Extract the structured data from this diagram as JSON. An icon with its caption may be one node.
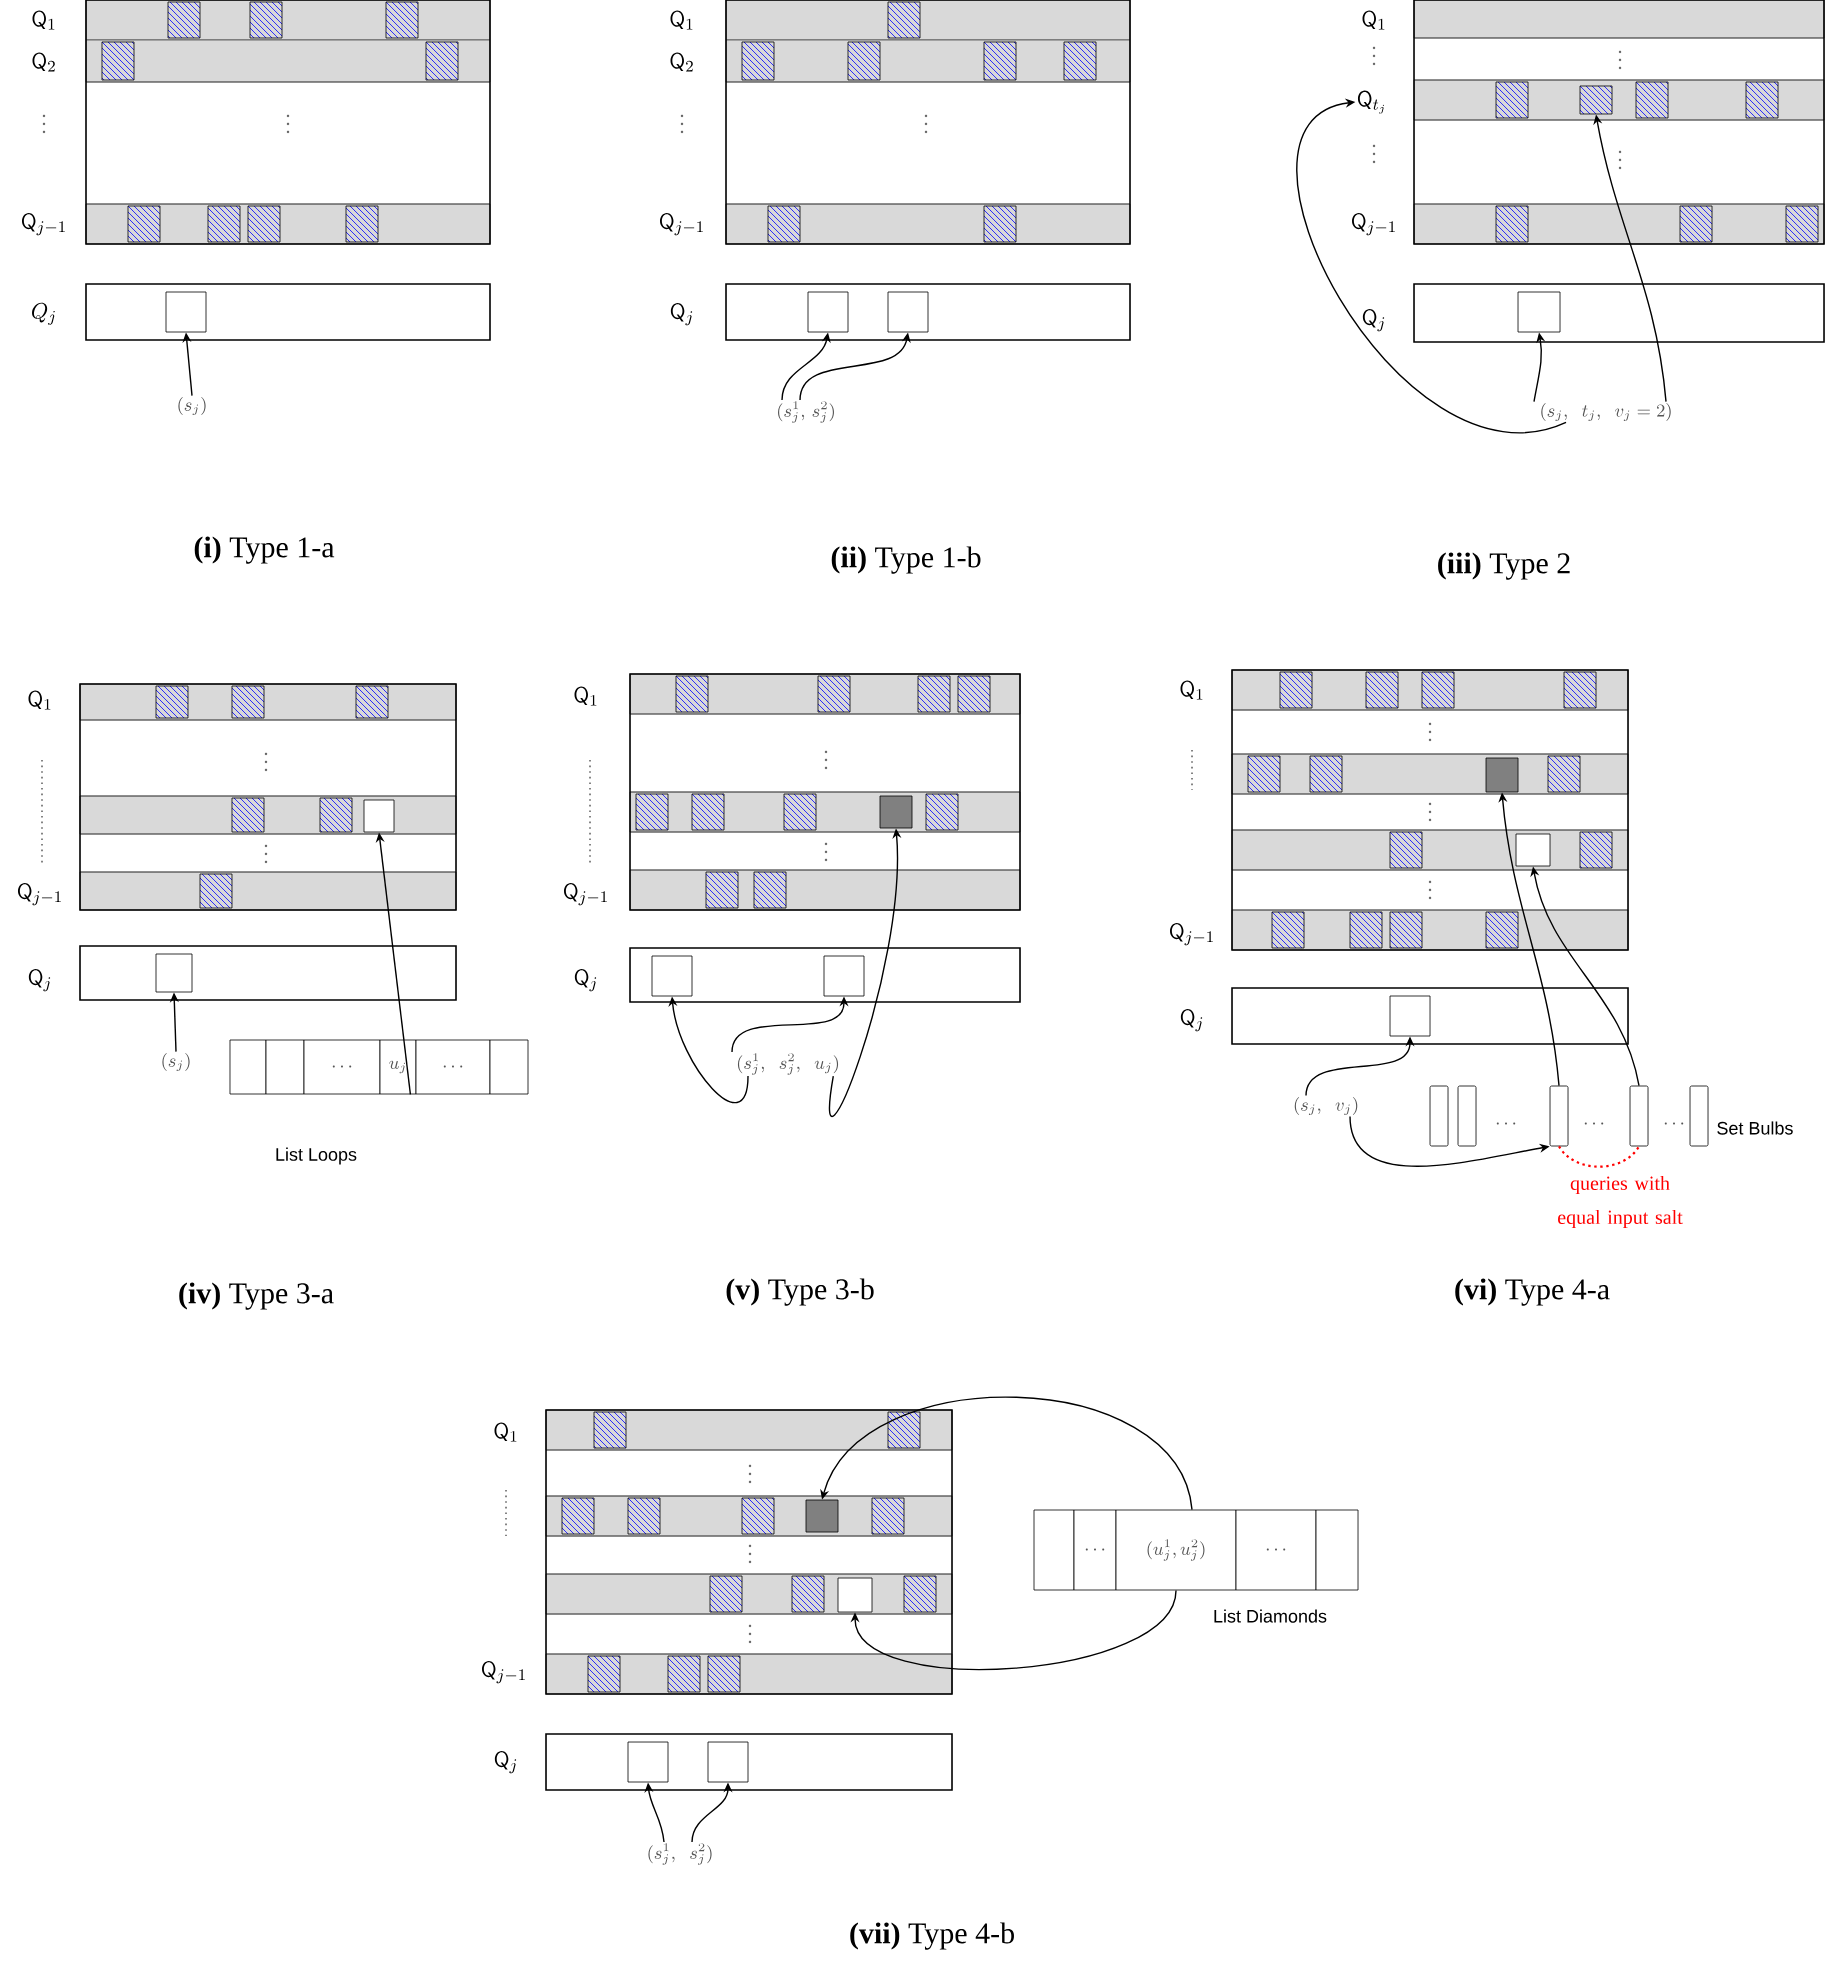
{
  "diagram": {
    "nodes": [
      {
        "text": [],
        "shape": "box"
      },
      {
        "text": [
          "(s_j)"
        ]
      },
      {
        "text": [],
        "shape": "box"
      },
      {
        "text": [],
        "shape": "box"
      },
      {
        "text": [
          "(s_j^1,\\, s_j^2)"
        ]
      },
      {
        "text": [
          "\\mathsf{Q}_{t_j}"
        ]
      },
      {
        "text": [],
        "shape": "box"
      },
      {
        "text": [],
        "shape": "box"
      },
      {
        "text": [
          "(s_j,\\;\\; t_j,\\;\\; v_j = 2)"
        ]
      },
      {
        "text": [],
        "shape": "box"
      },
      {
        "text": [],
        "shape": "box"
      },
      {
        "text": [
          "(s_j)"
        ]
      },
      {
        "text": [],
        "shape": "box"
      },
      {
        "text": [],
        "shape": "box"
      },
      {
        "text": [
          "\\cdots"
        ]
      },
      {
        "text": [
          "u_j"
        ]
      },
      {
        "text": [
          "\\cdots"
        ]
      },
      {
        "text": [],
        "shape": "box"
      },
      {
        "text": [],
        "shape": "box"
      },
      {
        "text": [],
        "shape": "box"
      },
      {
        "text": [],
        "shape": "box"
      },
      {
        "text": [
          "(s_j^1,\\;\\; s_j^2,\\;\\; u_j)"
        ]
      },
      {
        "text": [],
        "shape": "box"
      },
      {
        "text": [],
        "shape": "box"
      },
      {
        "text": [],
        "shape": "box"
      },
      {
        "text": [
          "(s_j,\\;\\; v_j)"
        ]
      },
      {
        "text": [],
        "shape": "bar"
      },
      {
        "text": [],
        "shape": "bar"
      },
      {
        "text": [],
        "shape": "bar"
      },
      {
        "text": [],
        "shape": "bar"
      },
      {
        "text": [],
        "shape": "bar"
      },
      {
        "text": [],
        "shape": "box"
      },
      {
        "text": [],
        "shape": "box"
      },
      {
        "text": [],
        "shape": "box"
      },
      {
        "text": [],
        "shape": "box"
      },
      {
        "text": [
          "(s_j^1,\\;\\; s_j^2)"
        ]
      },
      {
        "text": [],
        "shape": "box"
      },
      {
        "text": [
          "\\cdots"
        ]
      },
      {
        "text": [
          "(u_j^1,u_j^2)"
        ]
      },
      {
        "text": [
          "\\cdots"
        ]
      },
      {
        "text": [],
        "shape": "box"
      }
    ],
    "edges": [
      {
        "from": 1,
        "to": 0,
        "arrow": "to"
      },
      {
        "from": 4,
        "to": 2,
        "arrow": "to"
      },
      {
        "from": 4,
        "to": 3,
        "arrow": "to"
      },
      {
        "from": 8,
        "to": 7,
        "arrow": "to"
      },
      {
        "from": 8,
        "to": 6,
        "arrow": "to"
      },
      {
        "from": 8,
        "to": 5,
        "arrow": "to"
      },
      {
        "from": 11,
        "to": 10,
        "arrow": "to"
      },
      {
        "from": 15,
        "to": 9,
        "arrow": "to"
      },
      {
        "from": 21,
        "to": 19,
        "arrow": "to"
      },
      {
        "from": 21,
        "to": 20,
        "arrow": "to"
      },
      {
        "from": 21,
        "to": 18,
        "arrow": "to"
      },
      {
        "from": 25,
        "to": 24,
        "arrow": "to"
      },
      {
        "from": 25,
        "to": 28,
        "arrow": "to"
      },
      {
        "from": 28,
        "to": 22,
        "arrow": "to"
      },
      {
        "from": 29,
        "to": 23,
        "arrow": "to"
      },
      {
        "from": 28,
        "to": 29,
        "arrow": "none",
        "style": "dashed",
        "color": "#ff0000",
        "label": "queries with equal input salt"
      },
      {
        "from": 38,
        "to": 31,
        "arrow": "to"
      },
      {
        "from": 38,
        "to": 32,
        "arrow": "to"
      },
      {
        "from": 35,
        "to": 33,
        "arrow": "to"
      },
      {
        "from": 35,
        "to": 34,
        "arrow": "to"
      }
    ],
    "labels": [
      "\\mathsf{Q}_{1}",
      "\\mathsf{Q}_{2}",
      "\\mathsf{Q}_{j-1}",
      "Q_{j}",
      "\\mathsf{Q}_{1}",
      "\\mathsf{Q}_{2}",
      "\\mathsf{Q}_{j-1}",
      "\\mathsf{Q}_{j}",
      "\\mathsf{Q}_{1}",
      "\\mathsf{Q}_{j-1}",
      "\\mathsf{Q}_{j}",
      "**(i)** Type 1-a",
      "**(ii)** Type 1-b",
      "**(iii)** Type 2",
      "\\mathsf{Q}_{1}",
      "\\mathsf{Q}_{j-1}",
      "\\mathsf{Q}_{j}",
      "List Loops",
      "\\mathsf{Q}_{1}",
      "\\mathsf{Q}_{j-1}",
      "\\mathsf{Q}_{j}",
      "\\mathsf{Q}_{1}",
      "\\mathsf{Q}_{j-1}",
      "\\mathsf{Q}_{j}",
      "\\cdots",
      "\\cdots",
      "\\cdots",
      "Set Bulbs",
      "**(iv)** Type 3-a",
      "**(v)** Type 3-b",
      "**(vi)** Type 4-a",
      "\\mathsf{Q}_{1}",
      "\\mathsf{Q}_{j-1}",
      "\\mathsf{Q}_{j}",
      "List Diamonds",
      "**(vii)** Type 4-b"
    ]
  }
}
